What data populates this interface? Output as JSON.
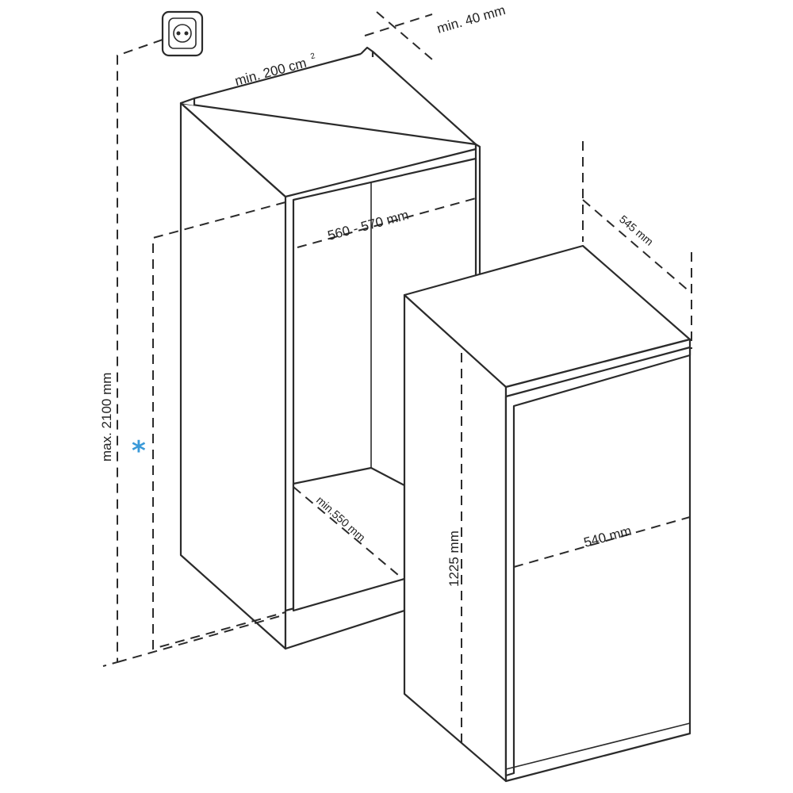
{
  "labels": {
    "top_clearance": "min. 40 mm",
    "vent_area": "min. 200 cm",
    "vent_area_unit_sup": "2",
    "niche_width": "560 - 570 mm",
    "niche_depth": "min.550 mm",
    "max_height": "max. 2100 mm",
    "appliance_height": "1225 mm",
    "appliance_width": "540 mm",
    "appliance_depth": "545 mm",
    "marker": "*"
  },
  "colors": {
    "line": "#2b2b2b",
    "marker": "#3a9ad9"
  },
  "icons": [
    "power-socket-icon"
  ]
}
